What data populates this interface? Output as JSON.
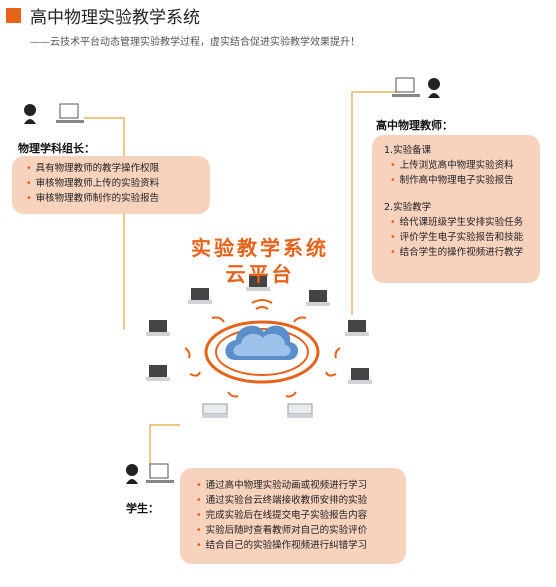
{
  "header": {
    "title": "高中物理实验教学系统",
    "subtitle": "——云技术平台动态管理实验教学过程，虚实结合促进实验教学效果提升！"
  },
  "platform": {
    "title_line1": "实验教学系统",
    "title_line2": "云平台"
  },
  "leader": {
    "label": "物理学科组长：",
    "items": [
      "具有物理教师的教学操作权限",
      "审核物理教师上传的实验资料",
      "审核物理教师制作的实验报告"
    ]
  },
  "teacher": {
    "label": "高中物理教师：",
    "sections": [
      {
        "title": "1.实验备课",
        "items": [
          "上传浏览高中物理实验资料",
          "制作高中物理电子实验报告"
        ]
      },
      {
        "title": "2.实验教学",
        "items": [
          "给代课班级学生安排实验任务",
          "评价学生电子实验报告和技能",
          "结合学生的操作视频进行教学"
        ]
      }
    ]
  },
  "student": {
    "label": "学生：",
    "items": [
      "通过高中物理实验动画或视频进行学习",
      "通过实验台云终端接收教师安排的实验",
      "完成实验后在线提交电子实验报告内容",
      "实验后随时查看教师对自己的实验评价",
      "结合自己的实验操作视频进行纠错学习"
    ]
  },
  "colors": {
    "accent": "#e8621a",
    "panel": "#f7d2bd",
    "connector": "#e8a33c",
    "cloud": "#5a8fc9"
  },
  "icons": [
    "person-computer-icon",
    "cloud-icon",
    "laptop-icon",
    "wifi-signal-icon"
  ]
}
